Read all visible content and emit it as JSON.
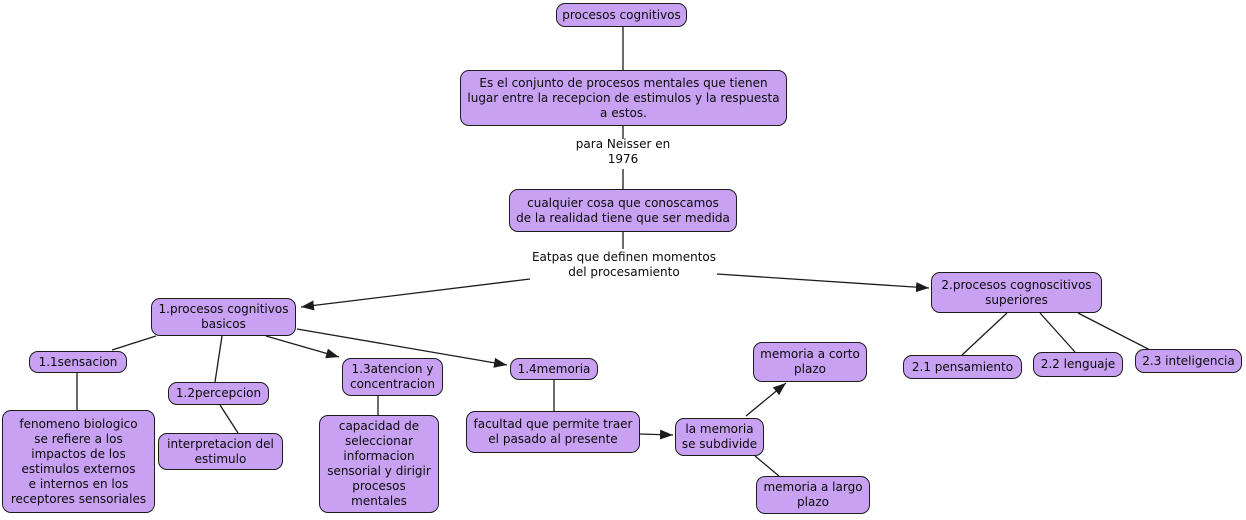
{
  "colors": {
    "background": "#ffffff",
    "node_fill": "#c9a1f2",
    "node_border": "#1c1c1c",
    "line": "#1c1c1c",
    "text": "#0a0a0a"
  },
  "nodes": {
    "root": {
      "label": "procesos cognitivos"
    },
    "definicion": {
      "label": "Es el conjunto de procesos mentales que tienen\nlugar entre la recepcion de estimulos y la respuesta\na estos."
    },
    "medida": {
      "label": "cualquier cosa que conoscamos\nde la realidad tiene que ser medida"
    },
    "basicos": {
      "label": "1.procesos cognitivos\nbasicos"
    },
    "superiores": {
      "label": "2.procesos cognoscitivos\nsuperiores"
    },
    "sensacion": {
      "label": "1.1sensacion"
    },
    "fenomeno": {
      "label": "fenomeno biologico\nse refiere a los\nimpactos de los\nestimulos externos\ne internos en los\nreceptores sensoriales"
    },
    "percepcion": {
      "label": "1.2percepcion"
    },
    "interpretacion": {
      "label": "interpretacion del\nestimulo"
    },
    "atencion": {
      "label": "1.3atencion y\nconcentracion"
    },
    "capacidad": {
      "label": "capacidad de\nseleccionar\ninformacion\nsensorial y dirigir\nprocesos\nmentales"
    },
    "memoria": {
      "label": "1.4memoria"
    },
    "facultad": {
      "label": "facultad que permite traer\nel pasado al presente"
    },
    "subdivide": {
      "label": "la memoria\nse subdivide"
    },
    "corto": {
      "label": "memoria a corto\nplazo"
    },
    "largo": {
      "label": "memoria a largo\nplazo"
    },
    "pensamiento": {
      "label": "2.1 pensamiento"
    },
    "lenguaje": {
      "label": "2.2 lenguaje"
    },
    "inteligencia": {
      "label": "2.3 inteligencia"
    }
  },
  "link_labels": {
    "neisser": {
      "label": "para Neisser en\n1976"
    },
    "etapas": {
      "label": "Eatpas que definen momentos\ndel procesamiento"
    }
  }
}
